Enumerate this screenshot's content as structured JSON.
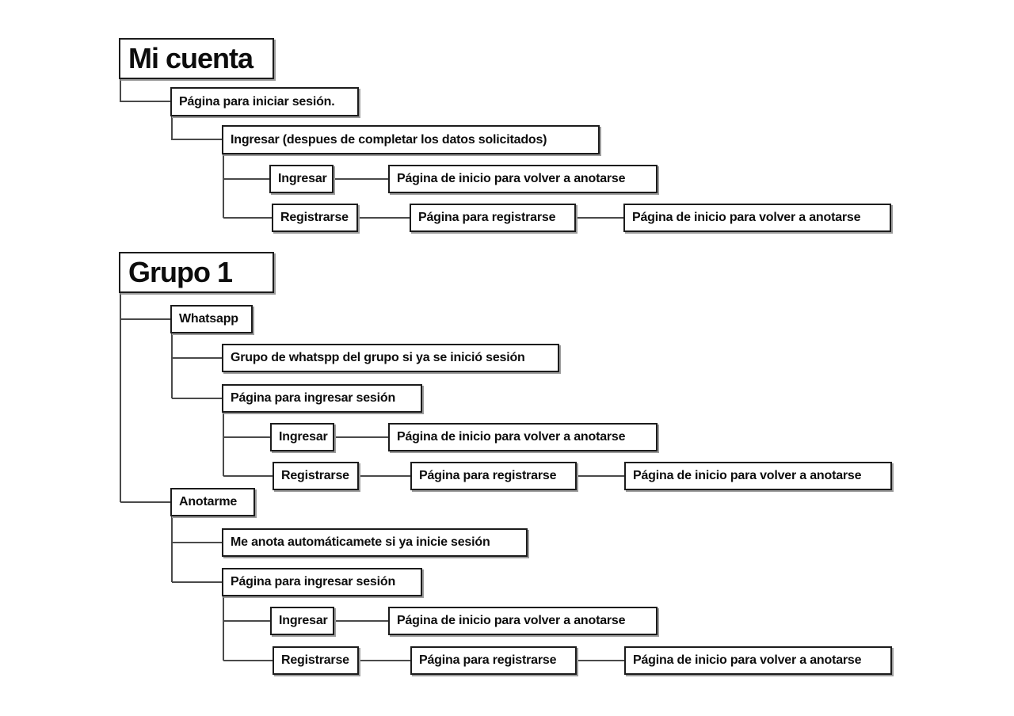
{
  "diagram": {
    "type": "sitemap-tree",
    "background_color": "#ffffff",
    "box_fill": "#ffffff",
    "box_border_color": "#1c1c1c",
    "connector_color": "#4a4a4a",
    "shadow_color": "#9c9c9c",
    "sections": [
      {
        "title": "Mi cuenta",
        "labels": {
          "login_page": "Página para iniciar sesión.",
          "enter_after_data": "Ingresar (despues de completar los datos solicitados)",
          "enter": "Ingresar",
          "home_return": "Página de inicio para volver a anotarse",
          "register": "Registrarse",
          "register_page": "Página para registrarse"
        }
      },
      {
        "title": "Grupo 1",
        "labels": {
          "whatsapp": "Whatsapp",
          "whatsapp_group": "Grupo de whatspp del grupo si ya se inició sesión",
          "login_page": "Página para ingresar sesión",
          "signup": "Anotarme",
          "auto_note": "Me anota automáticamete si ya inicie sesión",
          "enter": "Ingresar",
          "home_return": "Página de inicio para volver a anotarse",
          "register": "Registrarse",
          "register_page": "Página para registrarse"
        }
      }
    ]
  }
}
